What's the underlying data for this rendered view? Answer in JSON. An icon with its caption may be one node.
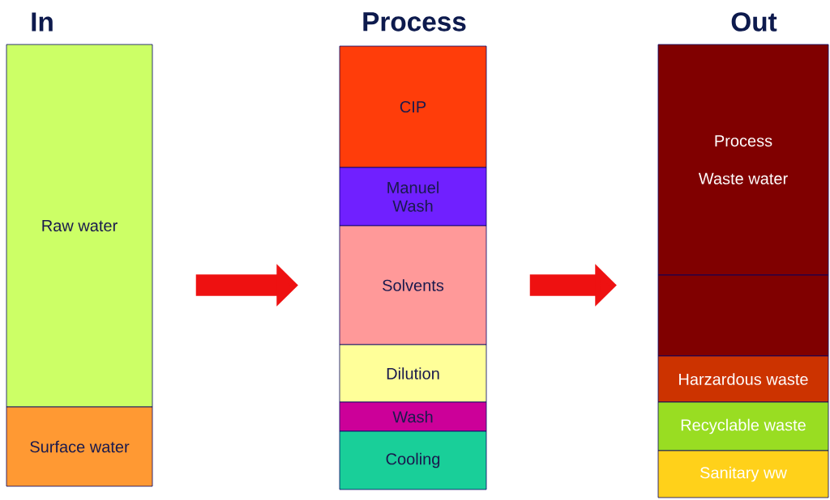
{
  "diagram": {
    "nodes": [
      {
        "text": [
          "Raw water"
        ]
      },
      {
        "text": [
          "Surface water"
        ]
      },
      {
        "text": [
          "CIP"
        ]
      },
      {
        "text": [
          "Manuel Wash"
        ]
      },
      {
        "text": [
          "Solvents"
        ]
      },
      {
        "text": [
          "Dilution"
        ]
      },
      {
        "text": [
          "Wash"
        ]
      },
      {
        "text": [
          "Cooling"
        ]
      },
      {
        "text": [
          "Process",
          "Waste water"
        ]
      },
      {
        "text": [],
        "shape": "box"
      },
      {
        "text": [
          "Harzardous waste"
        ]
      },
      {
        "text": [
          "Recyclable waste"
        ]
      },
      {
        "text": [
          "Sanitary ww"
        ]
      }
    ],
    "edges": [
      {
        "from": 0,
        "to": 4,
        "arrow": "to"
      },
      {
        "from": 4,
        "to": 8,
        "arrow": "to"
      }
    ],
    "labels": [
      "In",
      "Process",
      "Out"
    ]
  }
}
